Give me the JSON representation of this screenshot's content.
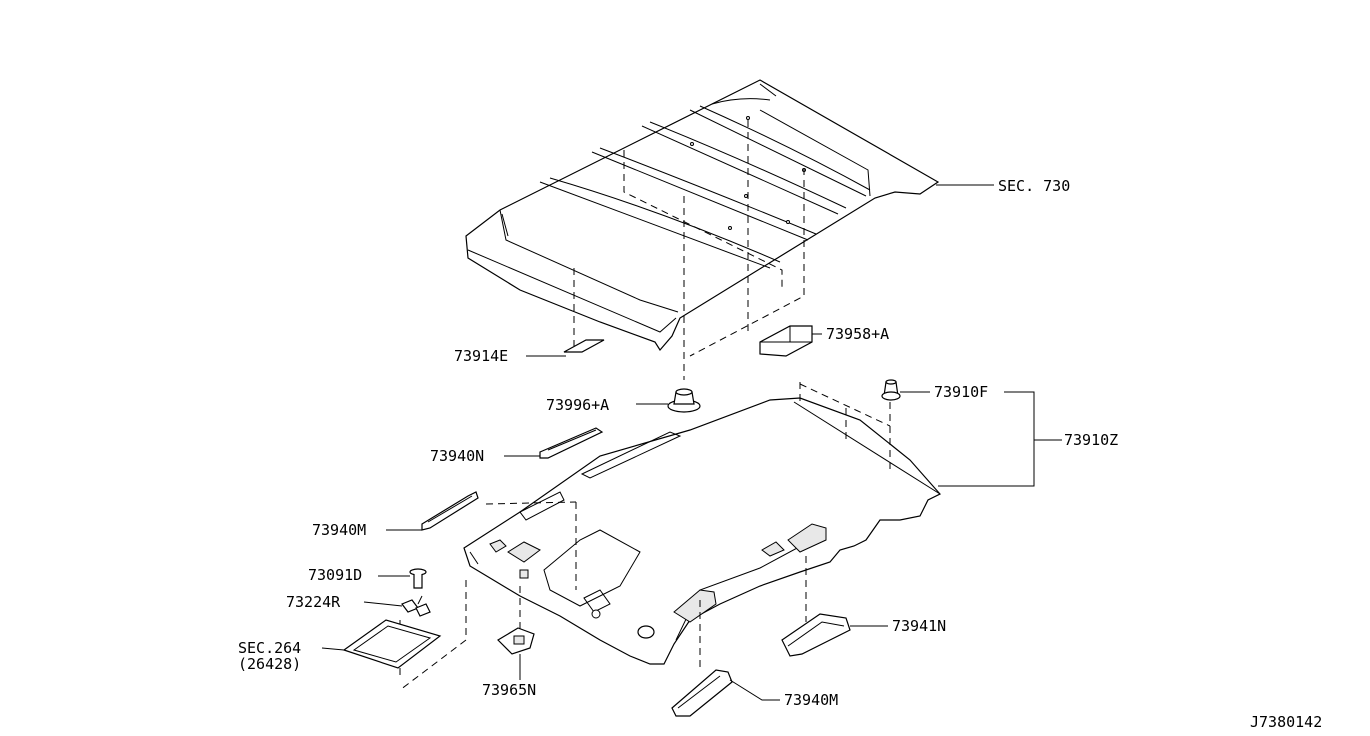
{
  "labels": {
    "sec730": "SEC. 730",
    "p73958a": "73958+A",
    "p73914e": "73914E",
    "p73996a": "73996+A",
    "p73910f": "73910F",
    "p73910z": "73910Z",
    "p73940n": "73940N",
    "p73940m_left": "73940M",
    "p73091d": "73091D",
    "p73224r": "73224R",
    "sec264": "SEC.264",
    "sec264_sub": "(26428)",
    "p73965n": "73965N",
    "p73941n": "73941N",
    "p73940m_bottom": "73940M",
    "diagram_code": "J7380142"
  }
}
